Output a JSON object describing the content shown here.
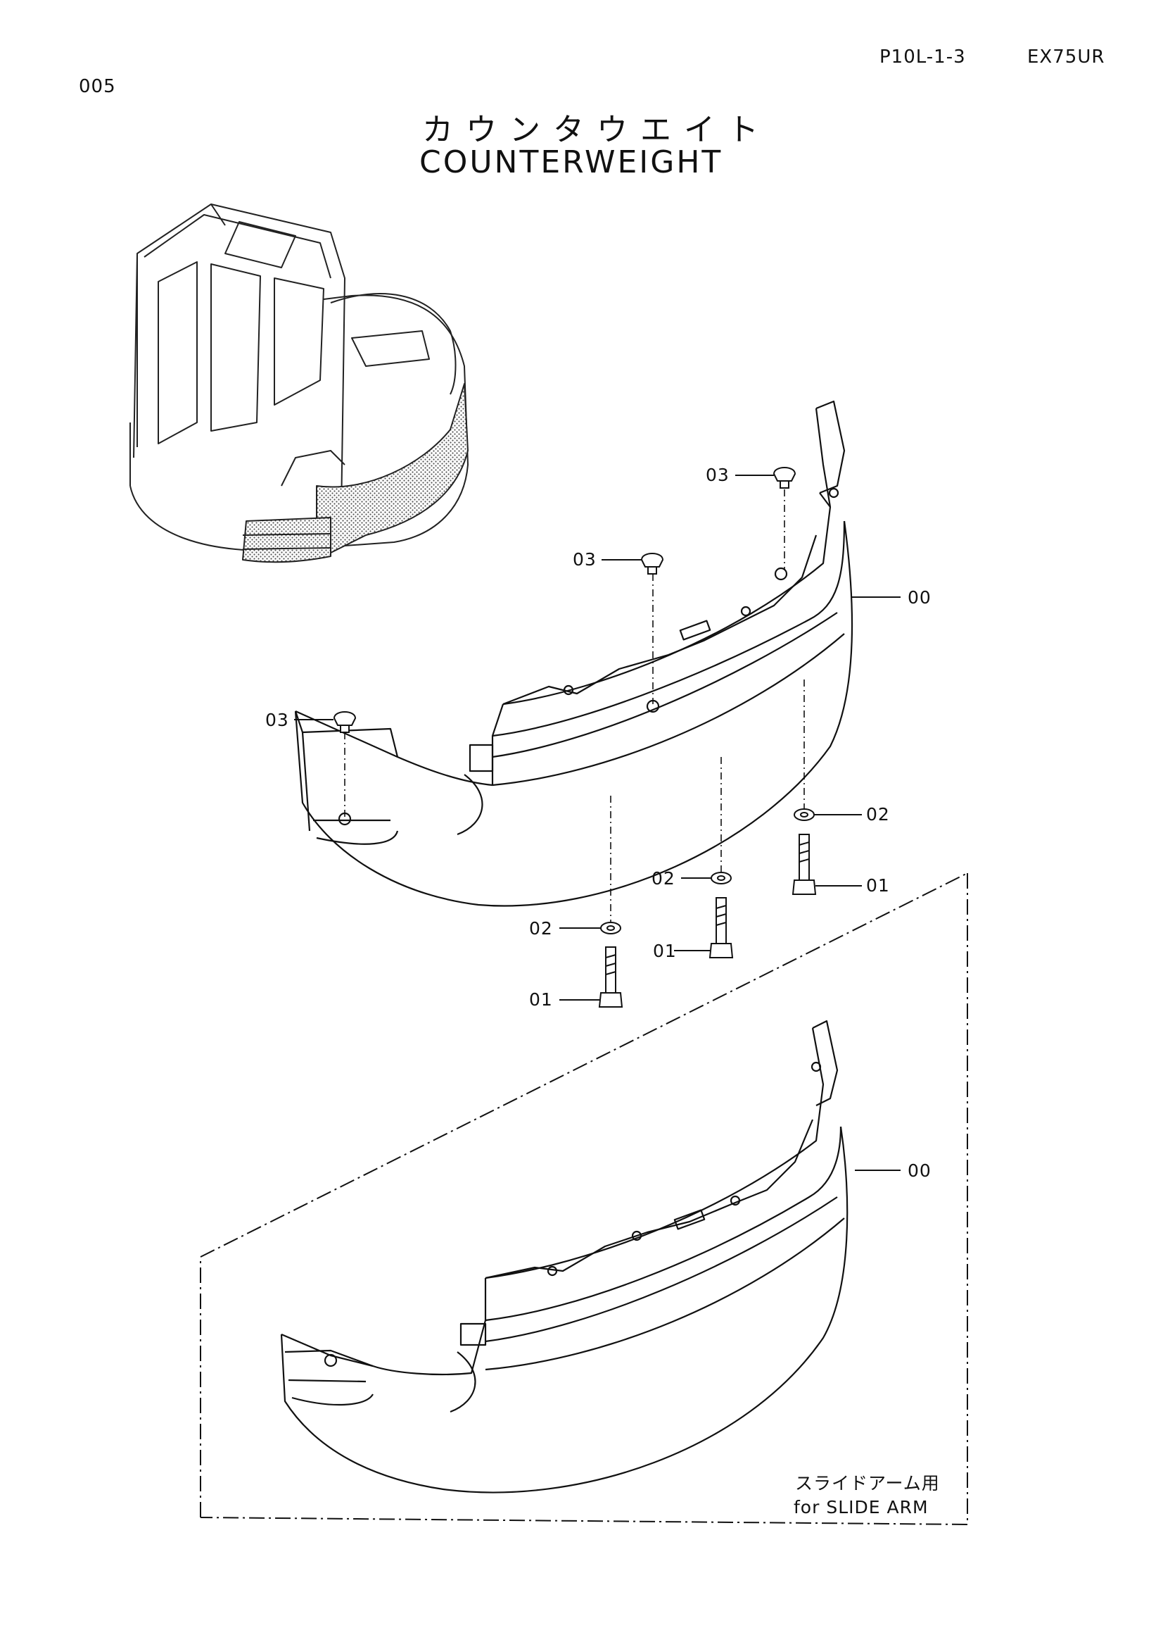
{
  "header": {
    "page_number": "005",
    "section_code": "P10L-1-3",
    "model": "EX75UR"
  },
  "title": {
    "japanese": "カウンタウエイト",
    "english": "COUNTERWEIGHT"
  },
  "callouts": {
    "main_00": "00",
    "cap_03_a": "03",
    "cap_03_b": "03",
    "cap_03_c": "03",
    "washer_02_a": "02",
    "washer_02_b": "02",
    "washer_02_c": "02",
    "bolt_01_a": "01",
    "bolt_01_b": "01",
    "bolt_01_c": "01",
    "variant_00": "00"
  },
  "variant_note": {
    "japanese": "スライドアーム用",
    "english": "for SLIDE ARM"
  }
}
